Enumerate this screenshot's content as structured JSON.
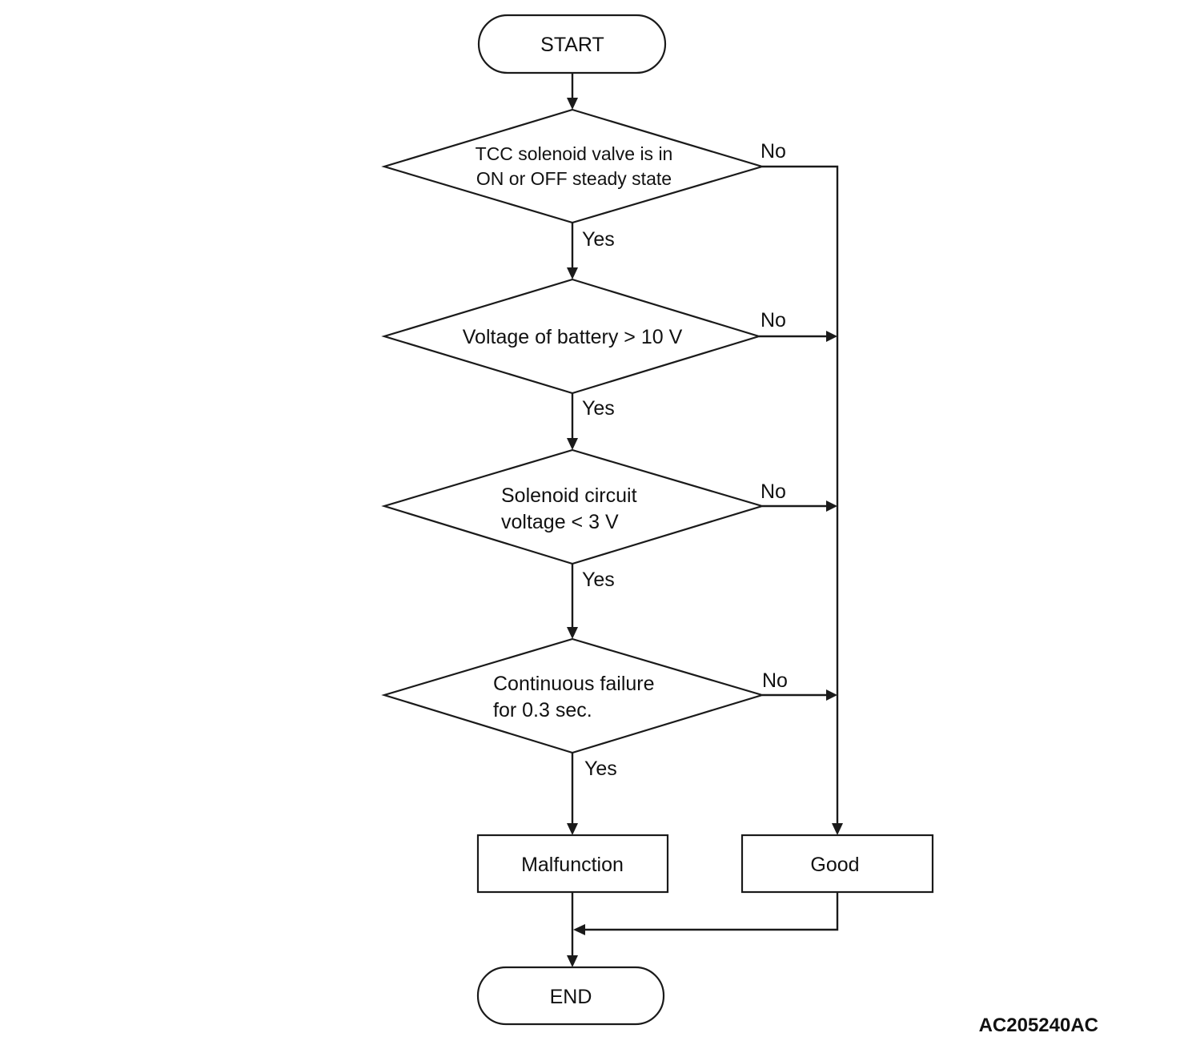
{
  "flowchart": {
    "start": "START",
    "end": "END",
    "decisions": [
      {
        "lines": [
          "TCC solenoid valve is in",
          "ON or OFF steady state"
        ],
        "yes": "Yes",
        "no": "No"
      },
      {
        "lines": [
          "Voltage of battery > 10 V"
        ],
        "yes": "Yes",
        "no": "No"
      },
      {
        "lines": [
          "Solenoid circuit",
          "voltage < 3 V"
        ],
        "yes": "Yes",
        "no": "No"
      },
      {
        "lines": [
          "Continuous failure",
          "for 0.3 sec."
        ],
        "yes": "Yes",
        "no": "No"
      }
    ],
    "outcomes": {
      "malfunction": "Malfunction",
      "good": "Good"
    },
    "figure_code": "AC205240AC"
  }
}
